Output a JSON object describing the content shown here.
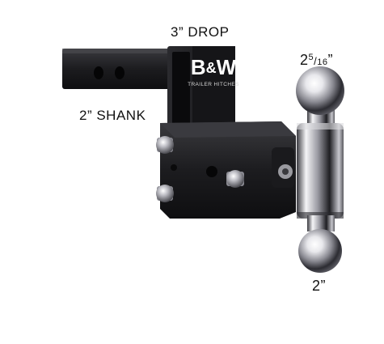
{
  "product_photo": {
    "brand_logo": "B&W",
    "brand_tagline": "TRAILER HITCHES",
    "colors": {
      "background": "#ffffff",
      "body": "#1b1b1d",
      "chrome_light": "#f2f2f4",
      "chrome_dark": "#3a3a40"
    }
  },
  "callouts": {
    "drop": "3” DROP",
    "shank": "2” SHANK",
    "top_ball_whole": "2",
    "top_ball_numerator": "5",
    "top_ball_denominator": "16",
    "top_ball_unit": "”",
    "bottom_ball": "2”"
  }
}
